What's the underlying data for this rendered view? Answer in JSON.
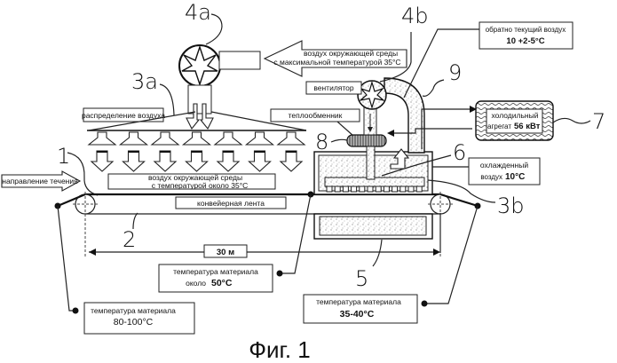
{
  "figure": {
    "caption": "Фиг. 1",
    "ref_labels": {
      "r1": "1",
      "r2": "2",
      "r3a": "3a",
      "r3b": "3b",
      "r4a": "4a",
      "r4b": "4b",
      "r5": "5",
      "r6": "6",
      "r7": "7",
      "r8": "8",
      "r9": "9"
    },
    "labels": {
      "ambient_max_line1": "воздух окружающей среды",
      "ambient_max_line2": "с максимальной температурой  35°C",
      "air_distribution": "распределение воздуха",
      "flow_direction": "направление течения",
      "ambient_line1": "воздух окружающей среды",
      "ambient_line2": "с температурой около  35°C",
      "conveyor_belt": "конвейерная лента",
      "length": "30 м",
      "counterflow_line1": "обратно текущий воздух",
      "counterflow_line2": "10 +2-5°C",
      "fan": "вентилятор",
      "heat_exchanger": "теплообменник",
      "chiller_line1": "холодильный",
      "chiller_line2_text": "агрегат",
      "chiller_line2_value": "56 кВт",
      "cooled_line1": "охлажденный",
      "cooled_line2_text": "воздух",
      "cooled_line2_value": "10°C",
      "mat_temp_start_line1": "температура материала",
      "mat_temp_start_line2": "80-100°C",
      "mat_temp_mid_line1": "температура материала",
      "mat_temp_mid_line2_text": "около",
      "mat_temp_mid_line2_value": "50°C",
      "mat_temp_end_line1": "температура материала",
      "mat_temp_end_line2": "35-40°C"
    }
  }
}
